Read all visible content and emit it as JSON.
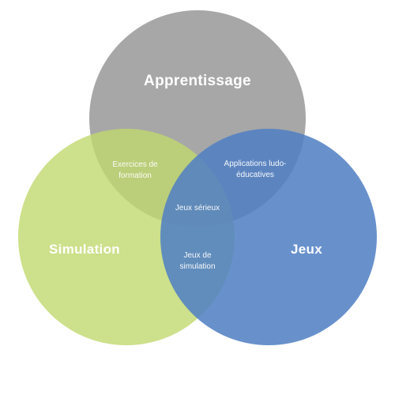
{
  "diagram": {
    "type": "venn",
    "sets": [
      {
        "key": "apprentissage",
        "label": "Apprentissage",
        "color": "#9b9b9b"
      },
      {
        "key": "simulation",
        "label": "Simulation",
        "color": "#c0d86e"
      },
      {
        "key": "jeux",
        "label": "Jeux",
        "color": "#4f7fc4"
      }
    ],
    "intersections": {
      "apprentissage_simulation": [
        "Exercices de",
        "formation"
      ],
      "apprentissage_jeux": [
        "Applications ludo-",
        "éducatives"
      ],
      "simulation_jeux": [
        "Jeux de",
        "simulation"
      ],
      "all": [
        "Jeux sérieux"
      ]
    }
  }
}
